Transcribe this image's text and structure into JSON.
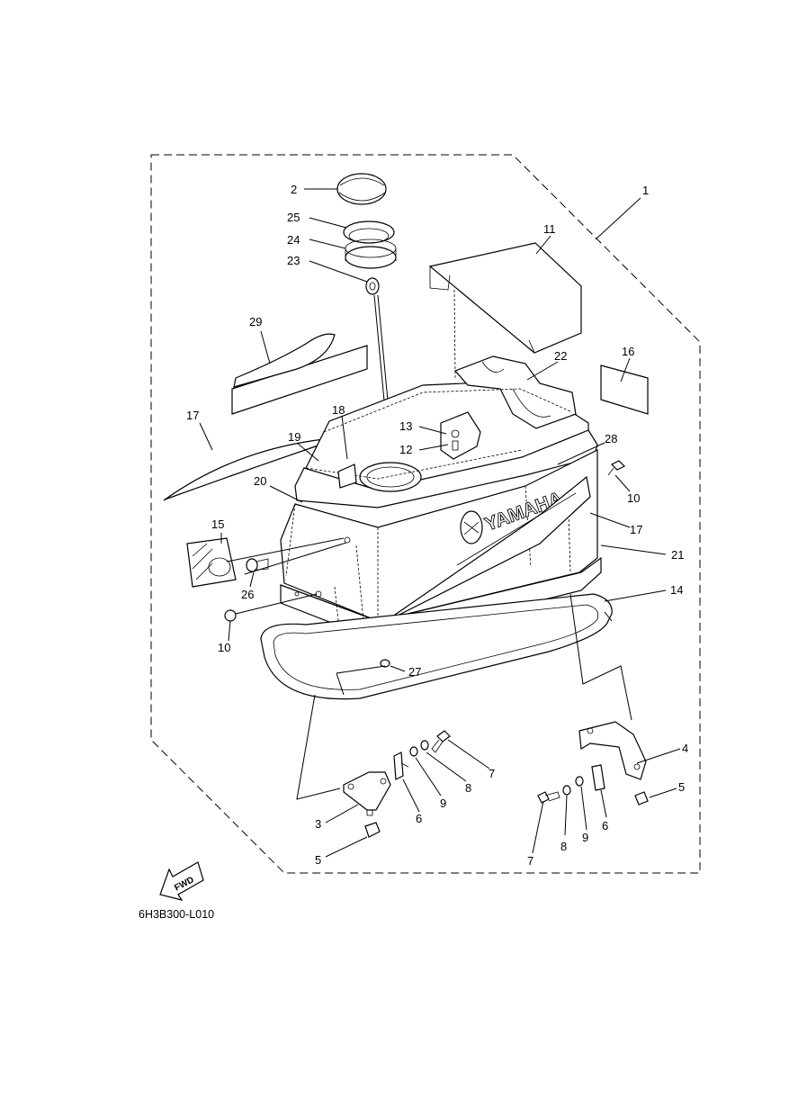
{
  "diagram": {
    "code": "6H3B300-L010",
    "fwd_text": "FWD",
    "brand": "YAMAHA",
    "callouts": [
      {
        "id": "c1",
        "text": "1"
      },
      {
        "id": "c2",
        "text": "2"
      },
      {
        "id": "c25",
        "text": "25"
      },
      {
        "id": "c24",
        "text": "24"
      },
      {
        "id": "c23",
        "text": "23"
      },
      {
        "id": "c11",
        "text": "11"
      },
      {
        "id": "c29",
        "text": "29"
      },
      {
        "id": "c22",
        "text": "22"
      },
      {
        "id": "c16",
        "text": "16"
      },
      {
        "id": "c17a",
        "text": "17"
      },
      {
        "id": "c18",
        "text": "18"
      },
      {
        "id": "c13",
        "text": "13"
      },
      {
        "id": "c12",
        "text": "12"
      },
      {
        "id": "c19",
        "text": "19"
      },
      {
        "id": "c28",
        "text": "28"
      },
      {
        "id": "c10a",
        "text": "10"
      },
      {
        "id": "c20",
        "text": "20"
      },
      {
        "id": "c17b",
        "text": "17"
      },
      {
        "id": "c15",
        "text": "15"
      },
      {
        "id": "c21",
        "text": "21"
      },
      {
        "id": "c26",
        "text": "26"
      },
      {
        "id": "c14",
        "text": "14"
      },
      {
        "id": "c10b",
        "text": "10"
      },
      {
        "id": "c27",
        "text": "27"
      },
      {
        "id": "c4",
        "text": "4"
      },
      {
        "id": "c7a",
        "text": "7"
      },
      {
        "id": "c8a",
        "text": "8"
      },
      {
        "id": "c9a",
        "text": "9"
      },
      {
        "id": "c6a",
        "text": "6"
      },
      {
        "id": "c5a",
        "text": "5"
      },
      {
        "id": "c3",
        "text": "3"
      },
      {
        "id": "c7b",
        "text": "7"
      },
      {
        "id": "c8b",
        "text": "8"
      },
      {
        "id": "c9b",
        "text": "9"
      },
      {
        "id": "c6b",
        "text": "6"
      },
      {
        "id": "c5b",
        "text": "5"
      }
    ]
  }
}
